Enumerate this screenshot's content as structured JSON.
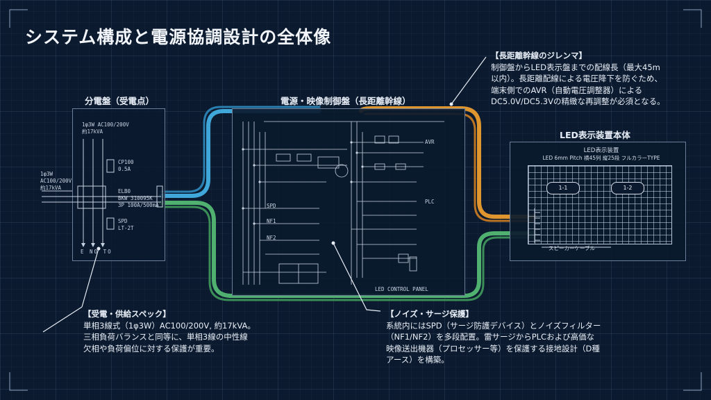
{
  "title": "システム構成と電源協調設計の全体像",
  "distribution_board": {
    "heading": "分電盤（受電点）",
    "supply_top": [
      "1φ3W AC100/200V",
      "約17kVA"
    ],
    "supply_left": [
      "1φ3W",
      "AC100/200V",
      "約17kVA"
    ],
    "cp": [
      "CP100",
      "0.5A"
    ],
    "elb": [
      "ELB0",
      "BKW 310095K",
      "3P 100A/500mA"
    ],
    "spd": [
      "SPD",
      "LT-2T"
    ],
    "terminals": "E NO TO"
  },
  "control_panel": {
    "heading": "電源・映像制御盤（長距離幹線）",
    "notes": [
      "LED CONTROL PANEL",
      "SPD",
      "NF1",
      "NF2",
      "AVR",
      "PLC"
    ]
  },
  "led_unit": {
    "heading": "LED表示装置本体",
    "caption": [
      "LED表示装置",
      "LED 6mm Pitch 横45列 縦25段 フルカラーTYPE"
    ],
    "section_1": "1-1",
    "section_2": "1-2",
    "bottom_label": "スピーカーケーブル"
  },
  "notes": {
    "long_line": {
      "heading": "【長距離幹線のジレンマ】",
      "lines": [
        "制御盤からLED表示盤までの配線長（最大45m",
        "以内）。長距離配線による電圧降下を防ぐため、",
        "端末側でのAVR（自動電圧調整器）による",
        "DC5.0V/DC5.3Vの精緻な再調整が必須となる。"
      ]
    },
    "supply_spec": {
      "heading": "【受電・供給スペック】",
      "lines": [
        "単相3線式（1φ3W）AC100/200V, 約17kVA。",
        "三相負荷バランスと同等に、単相3線の中性線",
        "欠相や負荷偏位に対する保護が重要。"
      ]
    },
    "noise_surge": {
      "heading": "【ノイズ・サージ保護】",
      "lines": [
        "系統内にはSPD（サージ防護デバイス）とノイズフィルター",
        "（NF1/NF2）を多段配置。雷サージからPLCおよび高価な",
        "映像送出機器（プロセッサー等）を保護する接地設計（D種",
        "アース）を構築。"
      ]
    }
  },
  "colors": {
    "background": "#0b1a2e",
    "cable_blue": "#3fa7d9",
    "cable_green": "#4fb06f",
    "cable_orange": "#e0962f",
    "line": "#c8d3e2"
  }
}
